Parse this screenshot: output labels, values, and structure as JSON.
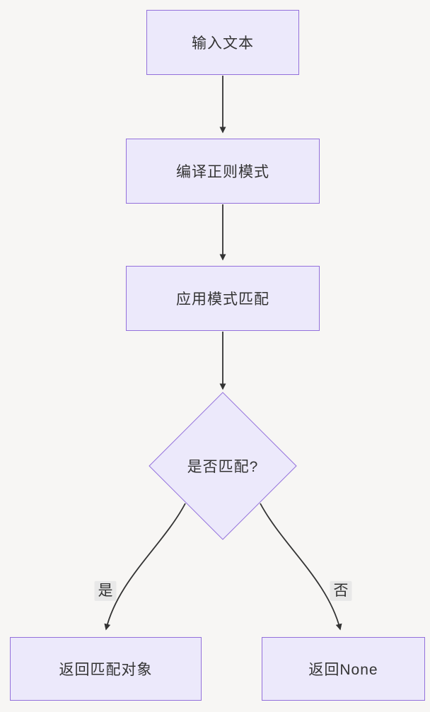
{
  "colors": {
    "background": "#F7F6F4",
    "node_fill": "#ECE9FB",
    "node_border": "#9370DB",
    "edge": "#333333",
    "edge_label_bg": "#E8E8E8",
    "text": "#333333"
  },
  "nodes": {
    "input": {
      "label": "输入文本"
    },
    "compile": {
      "label": "编译正则模式"
    },
    "apply": {
      "label": "应用模式匹配"
    },
    "decision": {
      "label": "是否匹配?"
    },
    "return_match": {
      "label": "返回匹配对象"
    },
    "return_none": {
      "label": "返回None"
    }
  },
  "edge_labels": {
    "yes": "是",
    "no": "否"
  }
}
